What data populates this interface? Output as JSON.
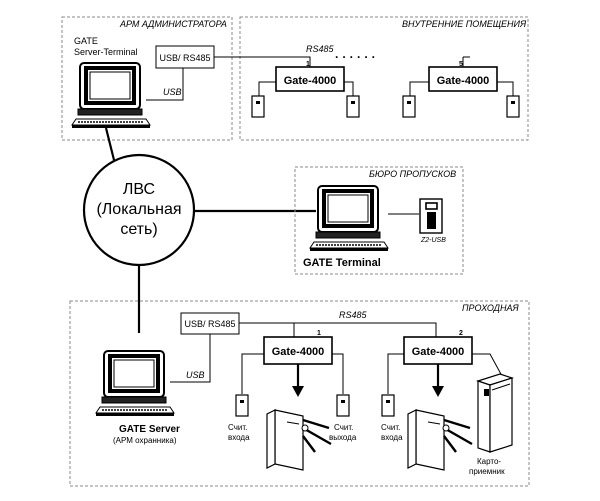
{
  "zones": {
    "admin": "АРМ АДМИНИСТРАТОРА",
    "indoor": "ВНУТРЕННИЕ ПОМЕЩЕНИЯ",
    "bureau": "БЮРО ПРОПУСКОВ",
    "checkpoint": "ПРОХОДНАЯ"
  },
  "admin": {
    "pc_line1": "GATE",
    "pc_line2": "Server-Terminal",
    "converter": "USB/ RS485",
    "usb": "USB"
  },
  "indoor": {
    "bus": "RS485",
    "dots": "· · · · · ·",
    "ctrl_label": "Gate-4000",
    "num_first": "1",
    "num_last": "5"
  },
  "lan": {
    "line1": "ЛВС",
    "line2": "(Локальная",
    "line3": "сеть)"
  },
  "bureau": {
    "device": "Z2-USB",
    "pc": "GATE Terminal"
  },
  "checkpoint": {
    "converter": "USB/ RS485",
    "bus": "RS485",
    "usb": "USB",
    "pc_line1": "GATE Server",
    "pc_line2": "(АРМ охранника)",
    "ctrl_label": "Gate-4000",
    "num1": "1",
    "num2": "2",
    "reader_in_1": "Счит.",
    "reader_in_2": "входа",
    "reader_out_1": "Счит.",
    "reader_out_2": "выхода",
    "card_1": "Карто-",
    "card_2": "приемник"
  }
}
